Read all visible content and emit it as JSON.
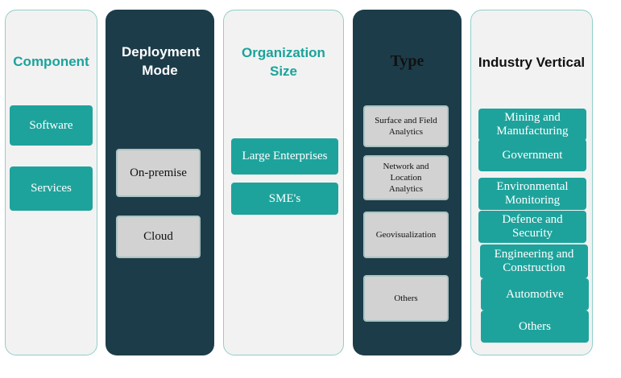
{
  "columns": {
    "component": {
      "title": "Component",
      "items": [
        "Software",
        "Services"
      ]
    },
    "deployment": {
      "title": "Deployment Mode",
      "items": [
        "On-premise",
        "Cloud"
      ]
    },
    "org_size": {
      "title": "Organization Size",
      "items": [
        "Large Enterprises",
        "SME's"
      ]
    },
    "type": {
      "title": "Type",
      "items": [
        "Surface and Field Analytics",
        "Network and Location Analytics",
        "Geovisualization",
        "Others"
      ]
    },
    "industry": {
      "title": "Industry Vertical",
      "items": [
        "Mining and Manufacturing",
        "Government",
        "Environmental Monitoring",
        "Defence and Security",
        "Engineering and Construction",
        "Automotive",
        "Others"
      ]
    }
  },
  "colors": {
    "teal": "#1ea39c",
    "dark": "#1d3c49",
    "panel": "#f2f2f2",
    "grey_box": "#d2d2d2"
  }
}
